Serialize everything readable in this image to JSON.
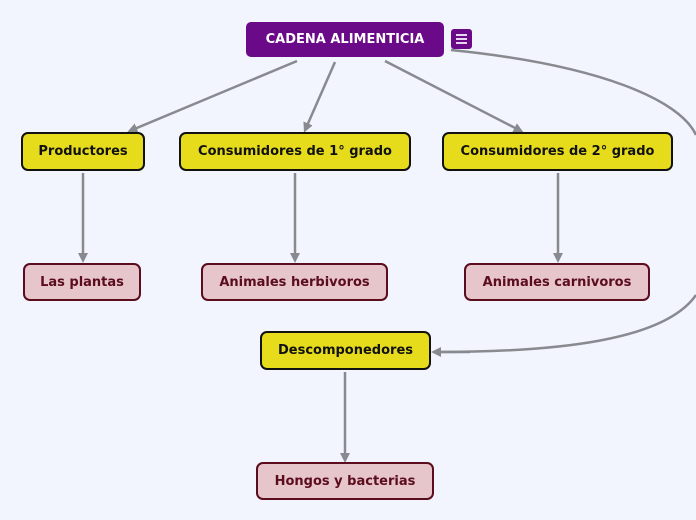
{
  "diagram": {
    "root": {
      "label": "CADENA ALIMENTICIA",
      "color": "#6b0a89"
    },
    "categories": [
      {
        "label": "Productores",
        "example": "Las plantas"
      },
      {
        "label": "Consumidores de 1° grado",
        "example": "Animales herbivoros"
      },
      {
        "label": "Consumidores de 2° grado",
        "example": "Animales carnivoros"
      },
      {
        "label": "Descomponedores",
        "example": "Hongos y bacterias"
      }
    ],
    "colors": {
      "category_fill": "#e6dc1c",
      "example_fill": "#e6c5cb",
      "example_text": "#5b0c1d",
      "connector": "#888a90",
      "background": "#f2f5fe"
    },
    "menu_icon": "hamburger-menu-icon"
  }
}
